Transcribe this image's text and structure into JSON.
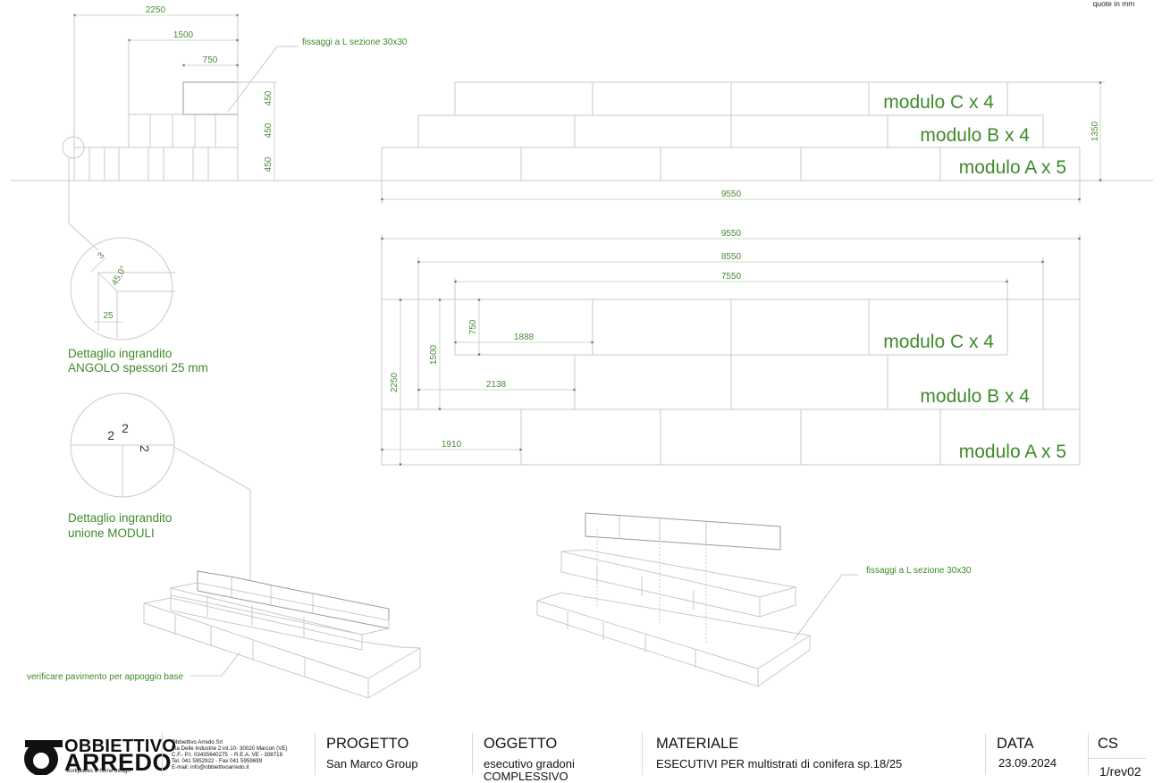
{
  "units_note": "quote in mm",
  "colors": {
    "annotation": "#3f8a2a",
    "dimension_line": "#b8d4b0",
    "geometry_line": "#c9c9c9"
  },
  "side_view": {
    "widths": [
      "2250",
      "1500",
      "750"
    ],
    "heights": [
      "450",
      "450",
      "450"
    ],
    "callout": "fissaggi a L sezione 30x30"
  },
  "front_view": {
    "modules": [
      {
        "label": "modulo C x 4"
      },
      {
        "label": "modulo B x 4"
      },
      {
        "label": "modulo A x 5"
      }
    ],
    "total_height": "1350",
    "total_width": "9550"
  },
  "plan_view": {
    "widths": [
      "9550",
      "8550",
      "7550"
    ],
    "depths": [
      "2250",
      "1500",
      "750"
    ],
    "module_lengths": {
      "c": "1888",
      "b": "2138",
      "a": "1910"
    },
    "modules": [
      {
        "label": "modulo C x 4"
      },
      {
        "label": "modulo B x 4"
      },
      {
        "label": "modulo A x 5"
      }
    ]
  },
  "detail_corner": {
    "dims": [
      "3",
      "45,0°",
      "25"
    ],
    "caption_line1": "Dettaglio ingrandito",
    "caption_line2": "ANGOLO spessori 25 mm"
  },
  "detail_joint": {
    "dims": [
      "2",
      "2",
      "2"
    ],
    "caption_line1": "Dettaglio ingrandito",
    "caption_line2": "unione MODULI"
  },
  "iso_left": {
    "callout": "verificare pavimento per appoggio base"
  },
  "iso_right": {
    "callout": "fissaggi a L sezione 30x30"
  },
  "title_block": {
    "logo_line1": "OBBIETTIVO",
    "logo_line2": "ARREDO",
    "logo_tagline": "workplaces & home design",
    "address": "Obbiettivo Arredo Srl\nVia Delle Industrie 2 int.10- 30020 Marcon (VE)\nC.F.- P.I. 03435640275  - R.E.A. VE - 308718\nTel. 041 5952922 - Fax 041 5959699\nE-mail: info@obbiettivoarredo.it",
    "progetto_label": "PROGETTO",
    "progetto_value": "San Marco Group",
    "oggetto_label": "OGGETTO",
    "oggetto_value_line1": "esecutivo gradoni",
    "oggetto_value_line2": "COMPLESSIVO",
    "materiale_label": "MATERIALE",
    "materiale_value": "ESECUTIVI PER multistrati di conifera sp.18/25",
    "data_label": "DATA",
    "data_value": "23.09.2024",
    "cs_label": "CS",
    "cs_value": "1/rev02"
  }
}
